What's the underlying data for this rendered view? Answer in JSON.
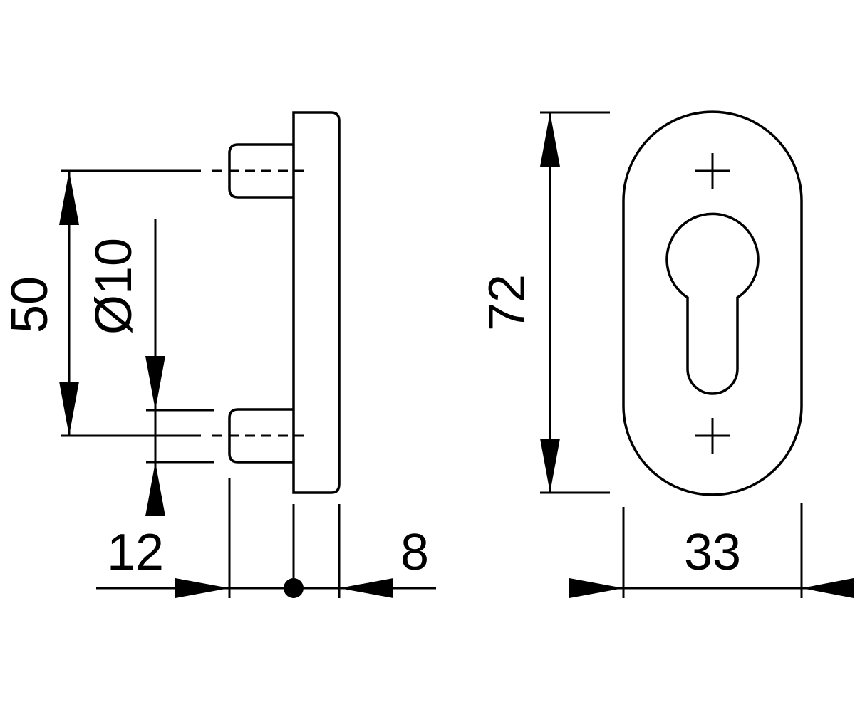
{
  "figure": {
    "colors": {
      "line": "#000000",
      "background": "#ffffff"
    },
    "side_view": {
      "dimensions": {
        "hole_spacing": "50",
        "pin_diameter": "Ø10",
        "pin_length": "12",
        "plate_thickness": "8"
      }
    },
    "front_view": {
      "dimensions": {
        "height": "72",
        "width": "33"
      }
    }
  }
}
